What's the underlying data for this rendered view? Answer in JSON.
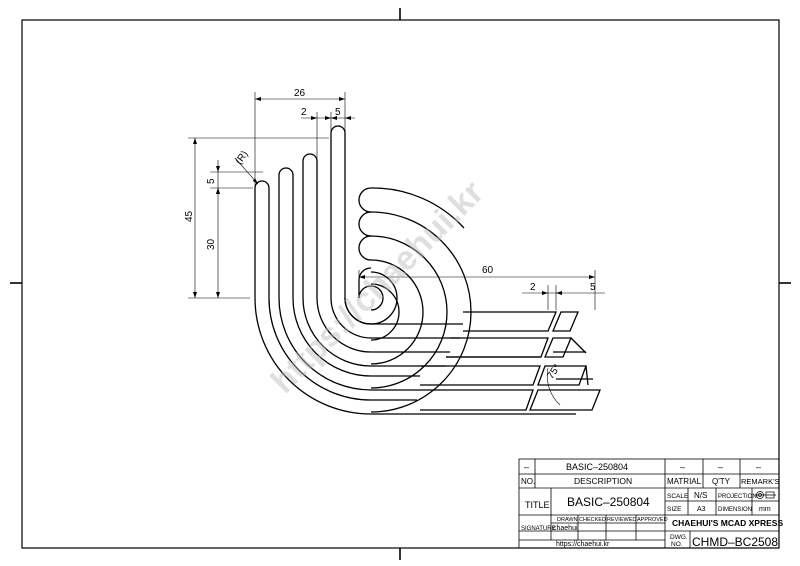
{
  "drawing": {
    "dimensions": {
      "d26": "26",
      "d2_top": "2",
      "d5_top": "5",
      "d_r": "(R)",
      "d5_left": "5",
      "d45": "45",
      "d30": "30",
      "d60": "60",
      "d2_right": "2",
      "d5_right": "5",
      "d75": "75°"
    },
    "watermark": "https://chaehui.kr"
  },
  "title_block": {
    "rev_dash1": "–",
    "rev_desc": "BASIC–250804",
    "rev_dash2": "–",
    "rev_dash3": "–",
    "rev_dash4": "–",
    "h_no": "NO.",
    "h_description": "DESCRIPTION",
    "h_matrial": "MATRIAL",
    "h_qty": "Q'TY",
    "h_remarks": "REMARK'S",
    "title_label": "TITLE",
    "title_value": "BASIC–250804",
    "scale_label": "SCALE",
    "scale_value": "N/S",
    "projection_label": "PROJECTION",
    "size_label": "SIZE",
    "size_value": "A3",
    "dimension_label": "DIMENSION",
    "dimension_value": "mm",
    "drawn": "DRAWN",
    "checked": "CHECKED",
    "reviewed": "REVIEWED",
    "approved": "APPROVED",
    "signature_label": "SIGNATURE",
    "signature_value": "chaehui",
    "company": "CHAEHUI'S MCAD XPRESS",
    "url": "https://chaehui.kr",
    "dwg_no_label1": "DWG.",
    "dwg_no_label2": "NO.",
    "dwg_no_value": "CHMD–BC2508"
  }
}
